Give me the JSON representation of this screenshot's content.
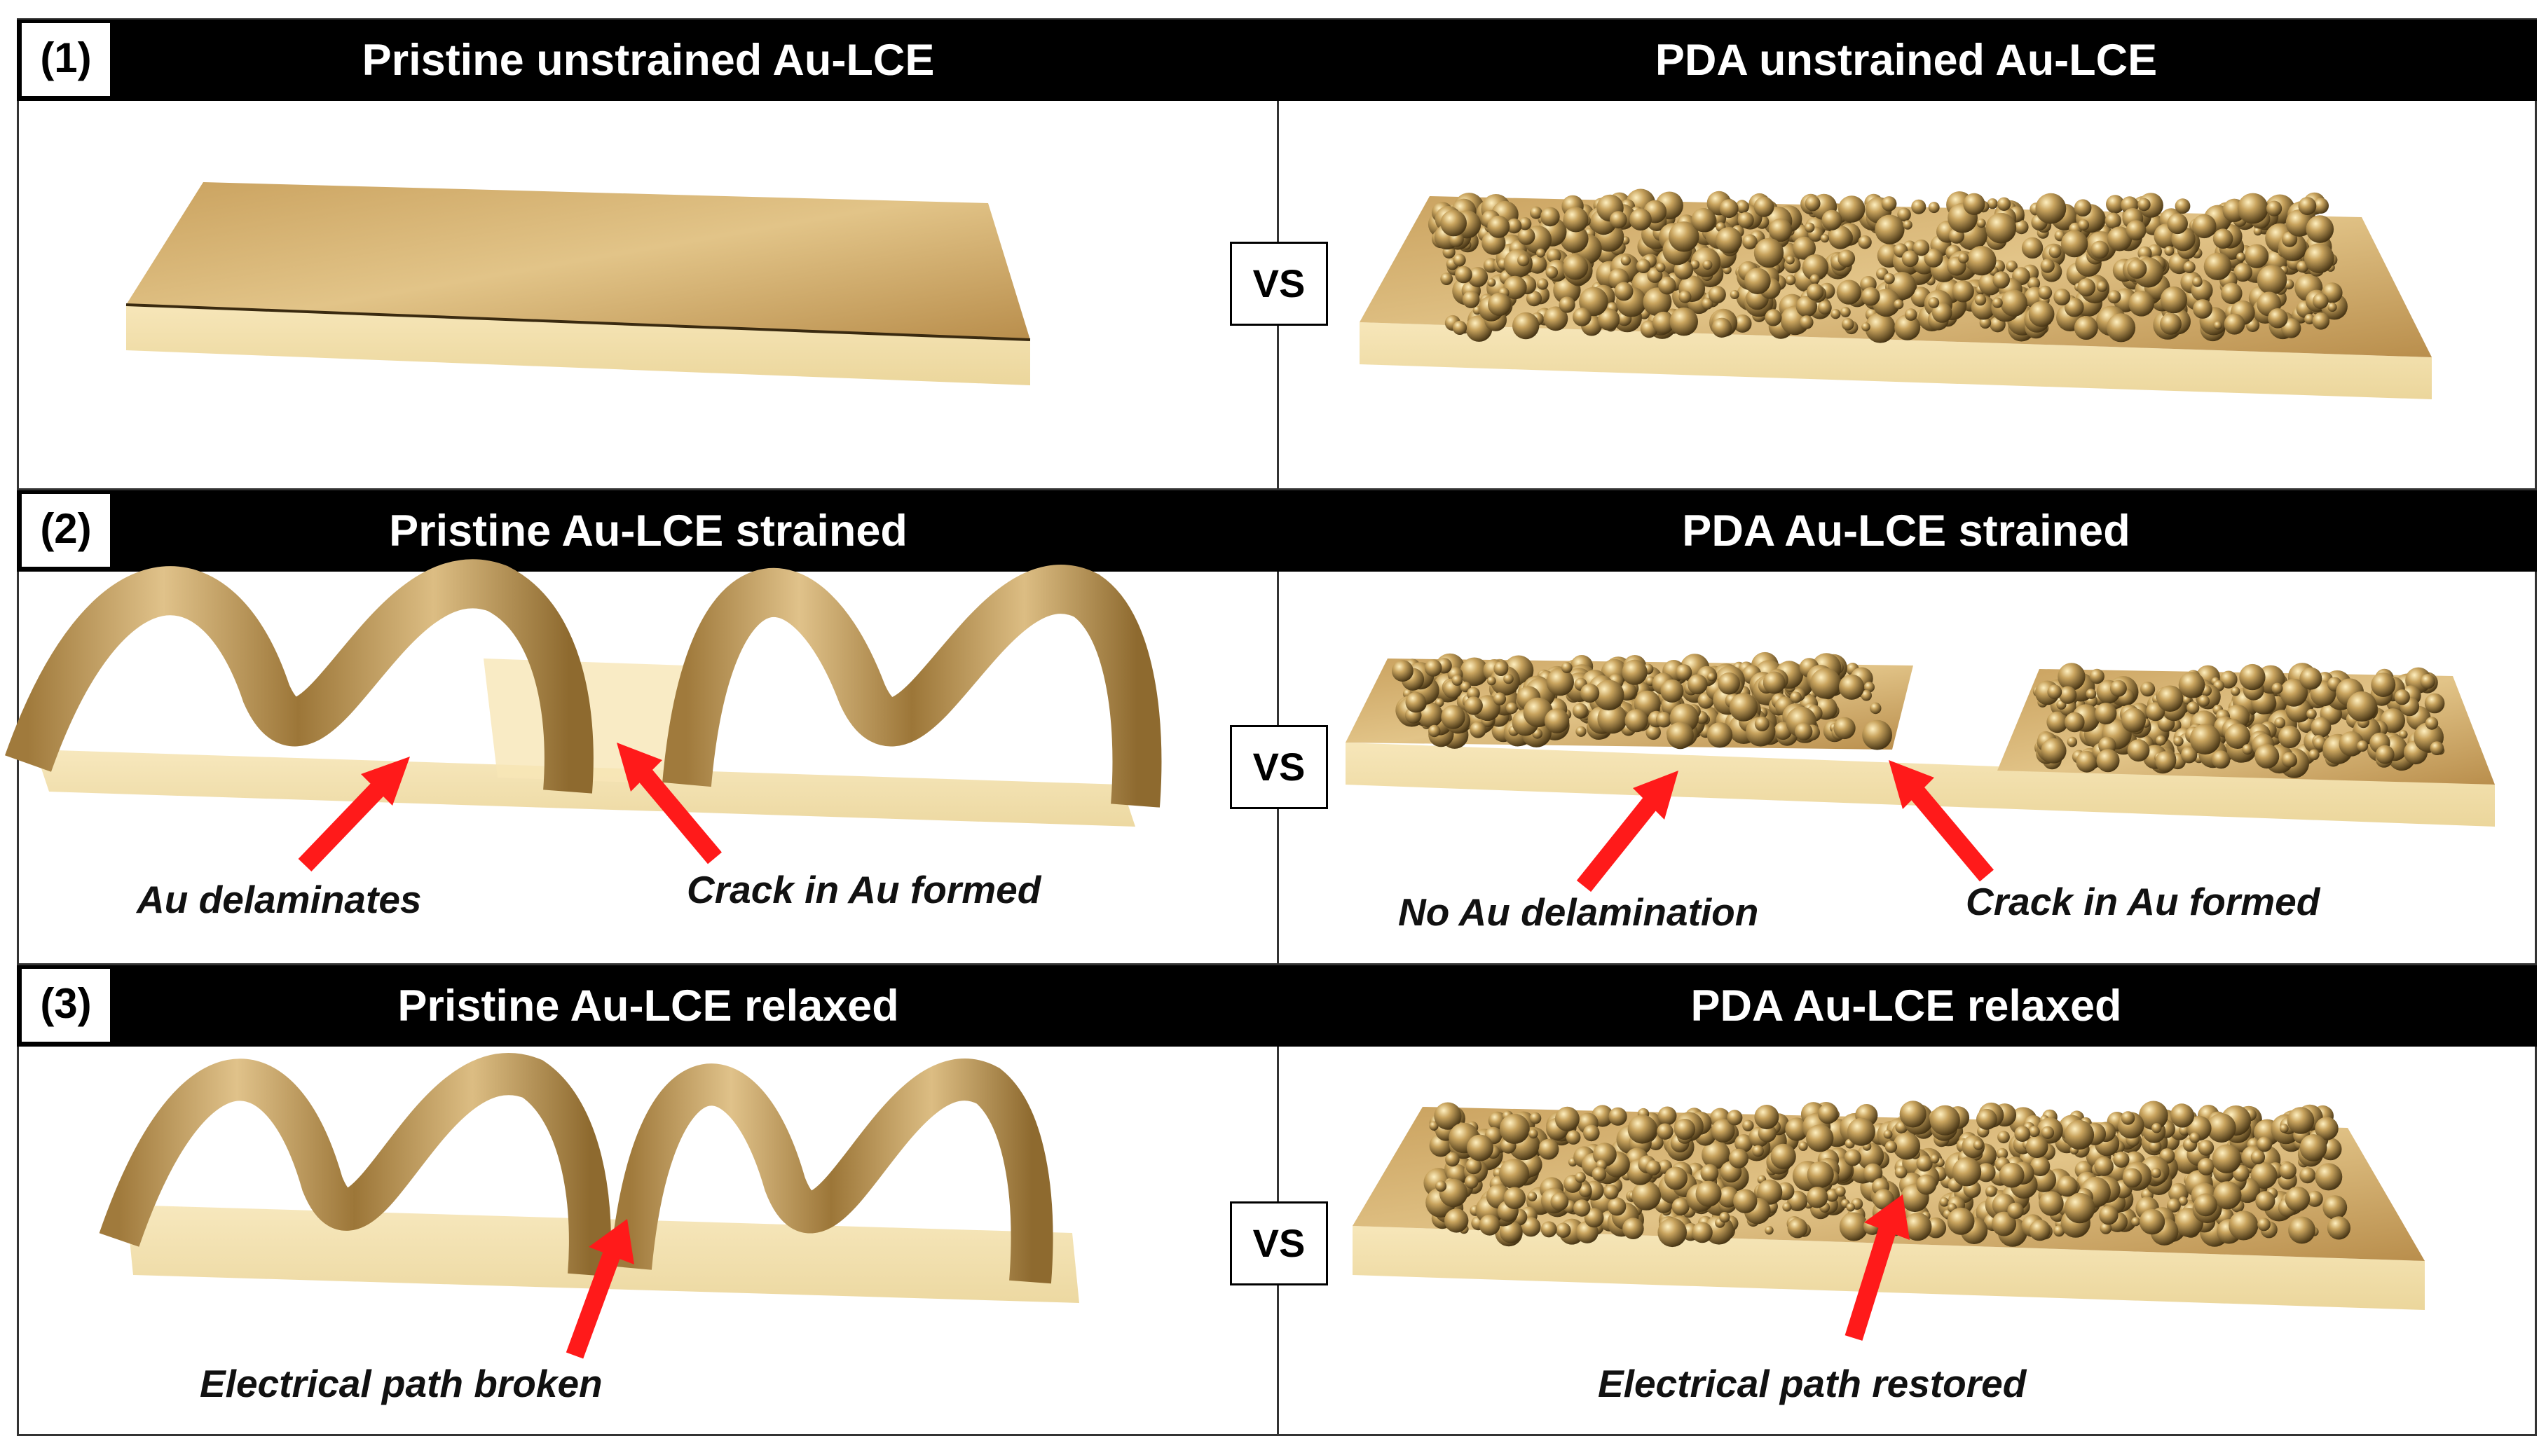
{
  "rows": [
    {
      "number": "(1)",
      "left_title": "Pristine unstrained Au-LCE",
      "right_title": "PDA unstrained Au-LCE",
      "vs": "VS",
      "left_captions": [],
      "right_captions": []
    },
    {
      "number": "(2)",
      "left_title": "Pristine Au-LCE strained",
      "right_title": "PDA Au-LCE strained",
      "vs": "VS",
      "left_captions": [
        "Au delaminates",
        "Crack in Au formed"
      ],
      "right_captions": [
        "No Au delamination",
        "Crack in Au formed"
      ]
    },
    {
      "number": "(3)",
      "left_title": "Pristine Au-LCE relaxed",
      "right_title": "PDA Au-LCE relaxed",
      "vs": "VS",
      "left_captions": [
        "Electrical path broken"
      ],
      "right_captions": [
        "Electrical path restored"
      ]
    }
  ],
  "colors": {
    "header_bg": "#000000",
    "header_text": "#ffffff",
    "gold_light": "#e6c88a",
    "gold_mid": "#c9a463",
    "gold_dark": "#8a6a2e",
    "substrate": "#f3dc9e",
    "arrow": "#ff1a1a"
  },
  "icons": {
    "arrow": "red-arrow-icon"
  }
}
